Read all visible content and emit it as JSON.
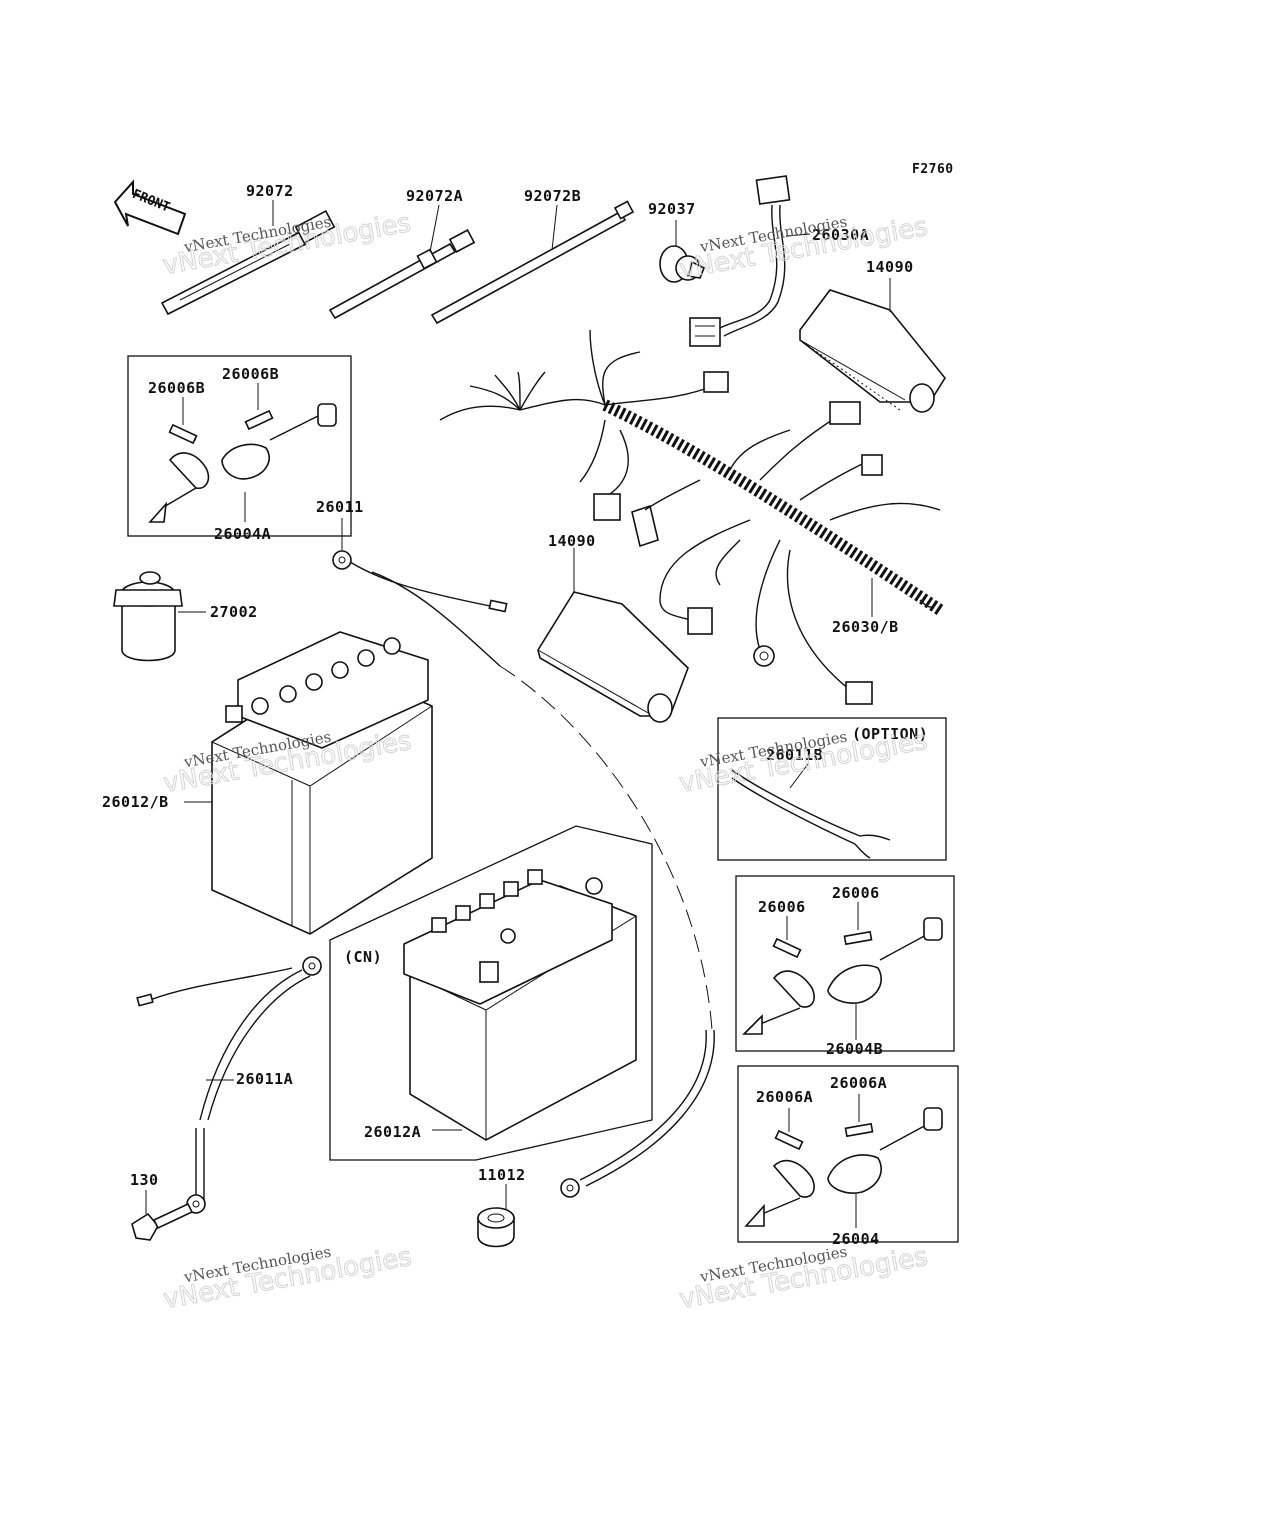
{
  "figure_code": "F2760",
  "front_arrow_label": "FRONT",
  "group_labels": {
    "option": "(OPTION)",
    "cn": "(CN)"
  },
  "parts": {
    "p92072": "92072",
    "p92072A": "92072A",
    "p92072B": "92072B",
    "p92037": "92037",
    "p26030A": "26030A",
    "p14090_top": "14090",
    "p26006B_left": "26006B",
    "p26006B_right": "26006B",
    "p26004A": "26004A",
    "p26011": "26011",
    "p14090_mid": "14090",
    "p27002": "27002",
    "p26030B": "26030/B",
    "p26011B": "26011B",
    "p26012B": "26012/B",
    "p26006_left": "26006",
    "p26006_right": "26006",
    "p26004B": "26004B",
    "p26011A": "26011A",
    "p26012A": "26012A",
    "p26006A_left": "26006A",
    "p26006A_right": "26006A",
    "p130": "130",
    "p11012": "11012",
    "p26004": "26004"
  },
  "watermarks": [
    {
      "line1": "vNext Technologies",
      "line2": "vNext Technologies"
    },
    {
      "line1": "vNext Technologies",
      "line2": "vNext Technologies"
    },
    {
      "line1": "vNext Technologies",
      "line2": "vNext Technologies"
    },
    {
      "line1": "vNext Technologies",
      "line2": "vNext Technologies"
    },
    {
      "line1": "vNext Technologies",
      "line2": "vNext Technologies"
    },
    {
      "line1": "vNext Technologies",
      "line2": "vNext Technologies"
    }
  ]
}
